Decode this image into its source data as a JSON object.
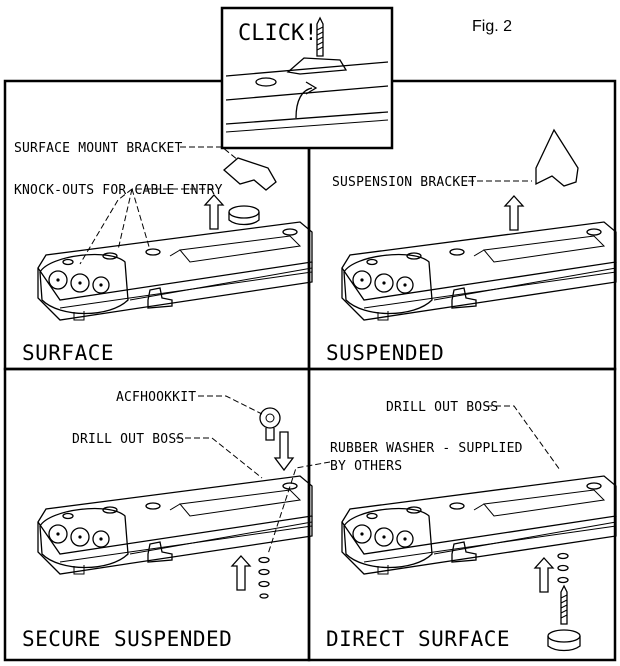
{
  "figure": {
    "label": "Fig. 2"
  },
  "inset": {
    "caption": "CLICK!"
  },
  "panels": {
    "surface": {
      "title": "SURFACE",
      "labels": {
        "bracket": "SURFACE MOUNT BRACKET",
        "knockouts": "KNOCK-OUTS FOR CABLE ENTRY"
      }
    },
    "suspended": {
      "title": "SUSPENDED",
      "labels": {
        "bracket": "SUSPENSION BRACKET"
      }
    },
    "secure_suspended": {
      "title": "SECURE SUSPENDED",
      "labels": {
        "hook": "ACFHOOKKIT",
        "boss": "DRILL OUT BOSS",
        "washer_line1": "RUBBER WASHER - SUPPLIED",
        "washer_line2": "BY OTHERS"
      }
    },
    "direct_surface": {
      "title": "DIRECT SURFACE",
      "labels": {
        "boss": "DRILL OUT BOSS"
      }
    }
  }
}
